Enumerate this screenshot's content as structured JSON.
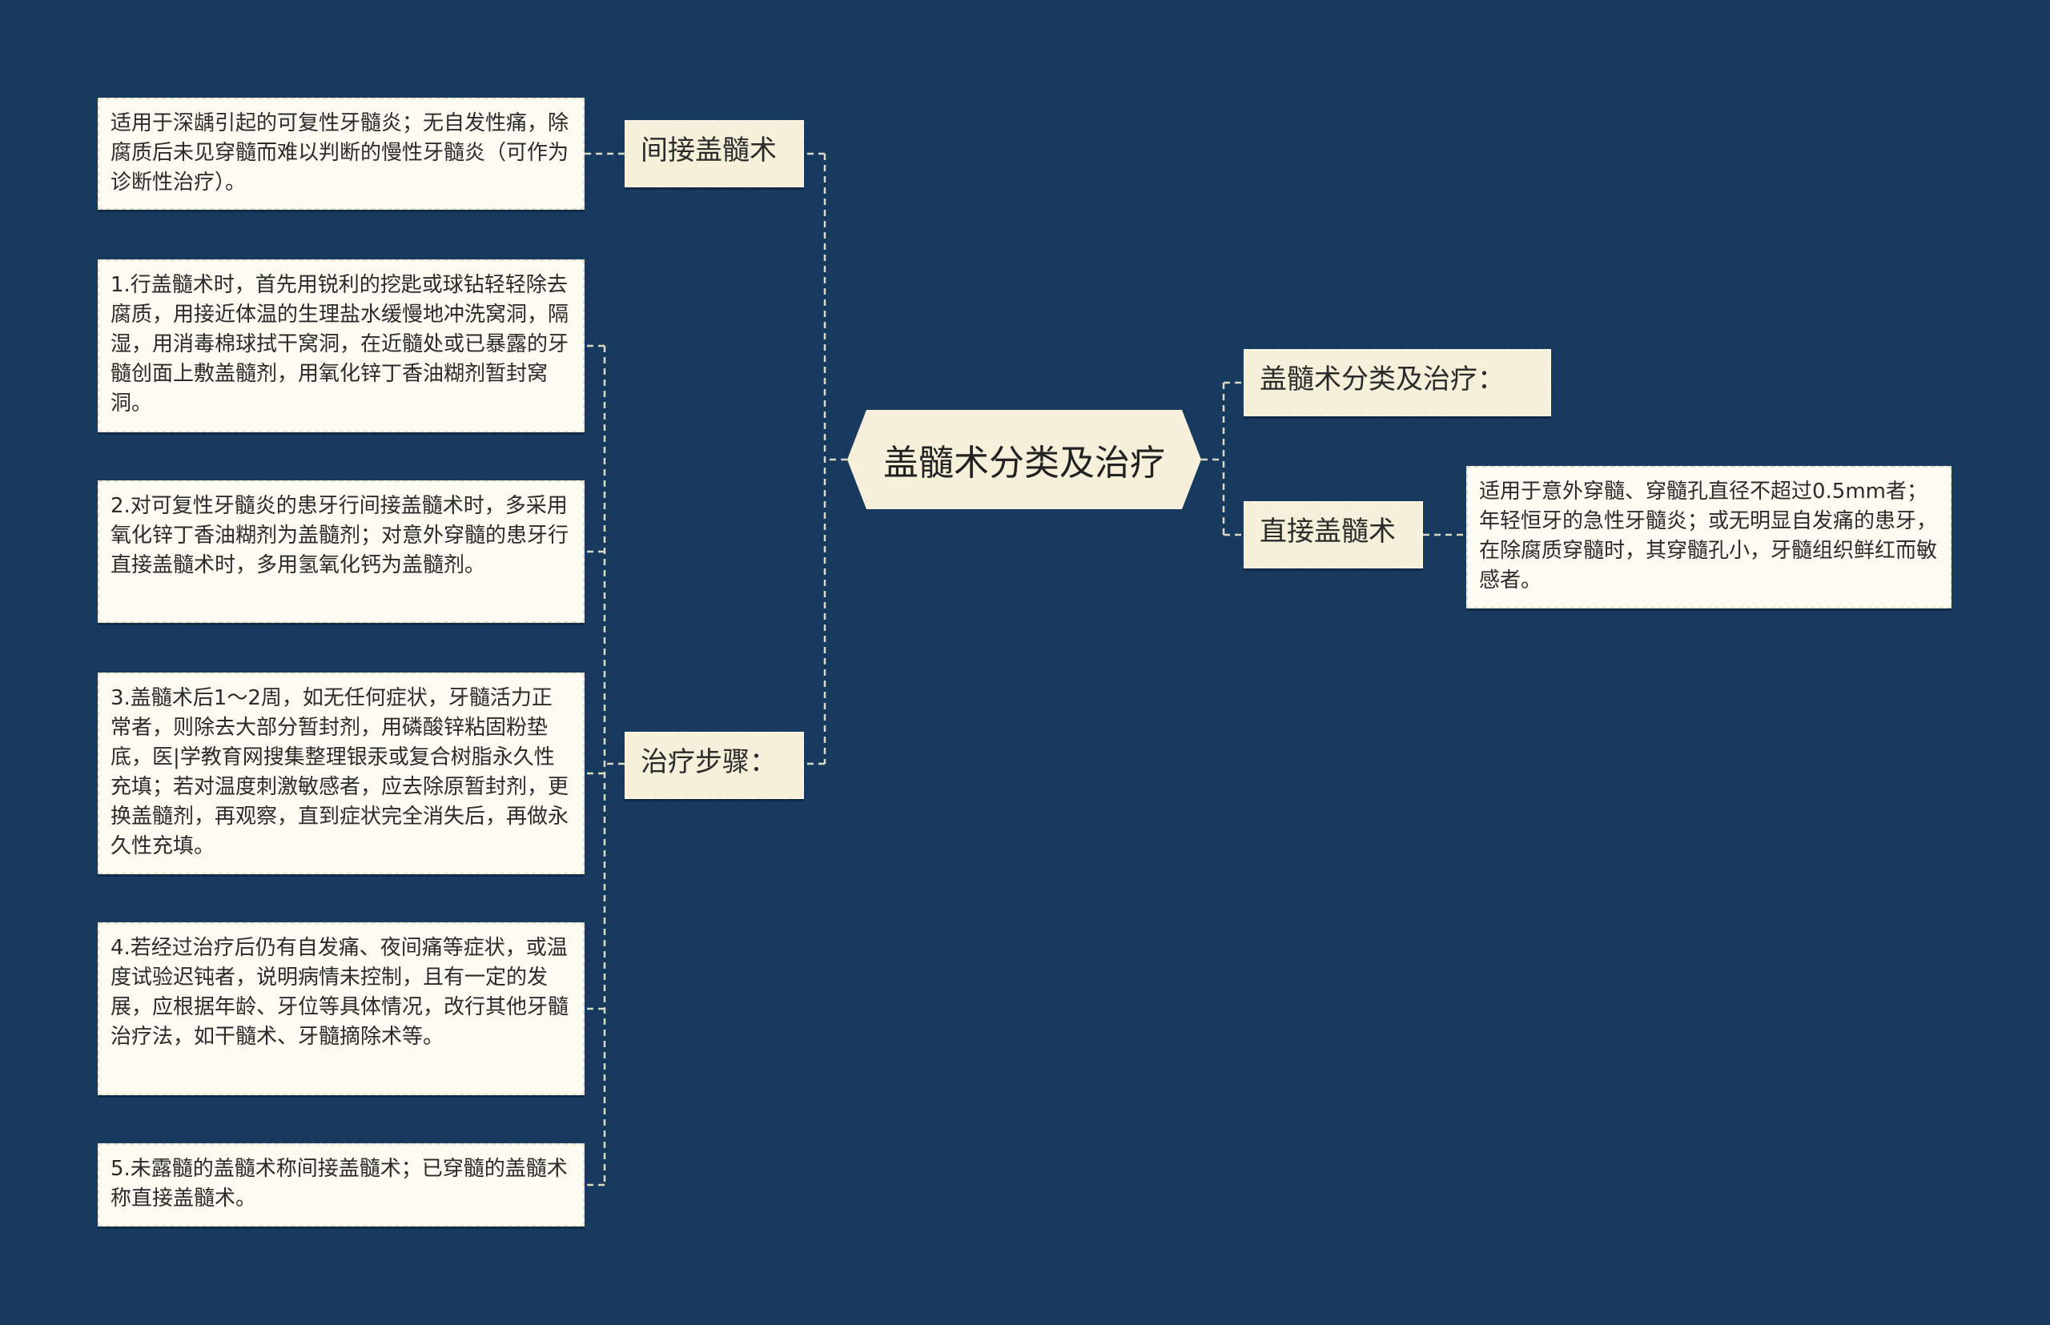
{
  "root": {
    "label": "盖髓术分类及治疗"
  },
  "branches": {
    "indirect": {
      "label": "间接盖髓术"
    },
    "steps": {
      "label": "治疗步骤："
    },
    "classification": {
      "label": "盖髓术分类及治疗："
    },
    "direct": {
      "label": "直接盖髓术"
    }
  },
  "leaves": {
    "indirect_desc": "适用于深龋引起的可复性牙髓炎；无自发性痛，除腐质后未见穿髓而难以判断的慢性牙髓炎（可作为诊断性治疗）。",
    "step1": "1.行盖髓术时，首先用锐利的挖匙或球钻轻轻除去腐质，用接近体温的生理盐水缓慢地冲洗窝洞，隔湿，用消毒棉球拭干窝洞，在近髓处或已暴露的牙髓创面上敷盖髓剂，用氧化锌丁香油糊剂暂封窝洞。",
    "step2": "2.对可复性牙髓炎的患牙行间接盖髓术时，多采用氧化锌丁香油糊剂为盖髓剂；对意外穿髓的患牙行直接盖髓术时，多用氢氧化钙为盖髓剂。",
    "step3": "3.盖髓术后1～2周，如无任何症状，牙髓活力正常者，则除去大部分暂封剂，用磷酸锌粘固粉垫底，医|学教育网搜集整理银汞或复合树脂永久性充填；若对温度刺激敏感者，应去除原暂封剂，更换盖髓剂，再观察，直到症状完全消失后，再做永久性充填。",
    "step4": "4.若经过治疗后仍有自发痛、夜间痛等症状，或温度试验迟钝者，说明病情未控制，且有一定的发展，应根据年龄、牙位等具体情况，改行其他牙髓治疗法，如干髓术、牙髓摘除术等。",
    "step5": "5.未露髓的盖髓术称间接盖髓术；已穿髓的盖髓术称直接盖髓术。",
    "direct_desc": "适用于意外穿髓、穿髓孔直径不超过0.5mm者；年轻恒牙的急性牙髓炎；或无明显自发痛的患牙，在除腐质穿髓时，其穿髓孔小，牙髓组织鲜红而敏感者。"
  },
  "colors": {
    "background": "#173a5e",
    "line": "#dcd8c4",
    "node": "#f6efd9",
    "leaf": "#fdfcf3"
  }
}
